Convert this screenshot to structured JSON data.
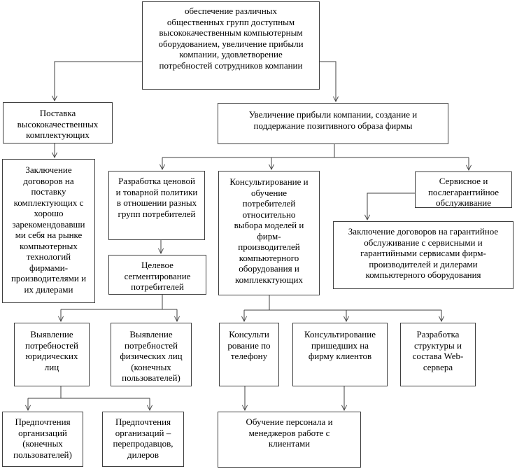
{
  "diagram": {
    "type": "goal-tree-flowchart",
    "language": "ru",
    "line_color": "#404040",
    "background_color": "#ffffff",
    "nodes": {
      "root": "обеспечение различных общественных групп доступным высококачественным компьютерным оборудованием, увеличение прибыли компании, удовлетворение потребностей сотрудников компании",
      "supply": "Поставка высококачественных комплектующих",
      "profit": "Увеличение прибыли компании, создание и поддержание позитивного образа фирмы",
      "supply_contracts": "Заключение договоров на поставку комплектующих с хорошо зарекомендовавши ми себя на рынке компьютерных технологий фирмами-производителями и их дилерами",
      "pricing": "Разработка ценовой и товарной политики в отношении разных групп потребителей",
      "segmentation": "Целевое сегментирование потребителей",
      "consulting": "Консультирование и обучение потребителей относительно выбора моделей и фирм-производителей компьютерного оборудования и комплекктующих",
      "service": "Сервисное и послегарантийное обслуживание",
      "warranty_contracts": "Заключение договоров на гарантийное обслуживание с сервисными и гарантийными сервисами фирм-производителей и дилерами компьютерного оборудования",
      "needs_legal": "Выявление потребностей юридических лиц",
      "needs_individual": "Выявление потребностей физических лиц (конечных пользователей)",
      "phone_consulting": "Консульти рование по телефону",
      "office_consulting": "Консультирование пришедших на фирму клиентов",
      "web_server": "Разработка структуры и состава Web-сервера",
      "pref_end_users": "Предпочтения организаций (конечных пользователей)",
      "pref_resellers": "Предпочтения организаций – перепродавцов, дилеров",
      "staff_training": "Обучение персонала и менеджеров работе с клиентами"
    },
    "edges": [
      {
        "from": "root",
        "to": "supply"
      },
      {
        "from": "root",
        "to": "profit"
      },
      {
        "from": "supply",
        "to": "supply_contracts"
      },
      {
        "from": "profit",
        "to": "pricing"
      },
      {
        "from": "profit",
        "to": "consulting"
      },
      {
        "from": "profit",
        "to": "service"
      },
      {
        "from": "service",
        "to": "warranty_contracts"
      },
      {
        "from": "pricing",
        "to": "segmentation"
      },
      {
        "from": "segmentation",
        "to": "needs_legal"
      },
      {
        "from": "segmentation",
        "to": "needs_individual"
      },
      {
        "from": "consulting",
        "to": "phone_consulting"
      },
      {
        "from": "consulting",
        "to": "office_consulting"
      },
      {
        "from": "consulting",
        "to": "web_server"
      },
      {
        "from": "needs_legal",
        "to": "pref_end_users"
      },
      {
        "from": "needs_legal",
        "to": "pref_resellers"
      },
      {
        "from": "phone_consulting",
        "to": "staff_training"
      },
      {
        "from": "office_consulting",
        "to": "staff_training"
      }
    ]
  }
}
